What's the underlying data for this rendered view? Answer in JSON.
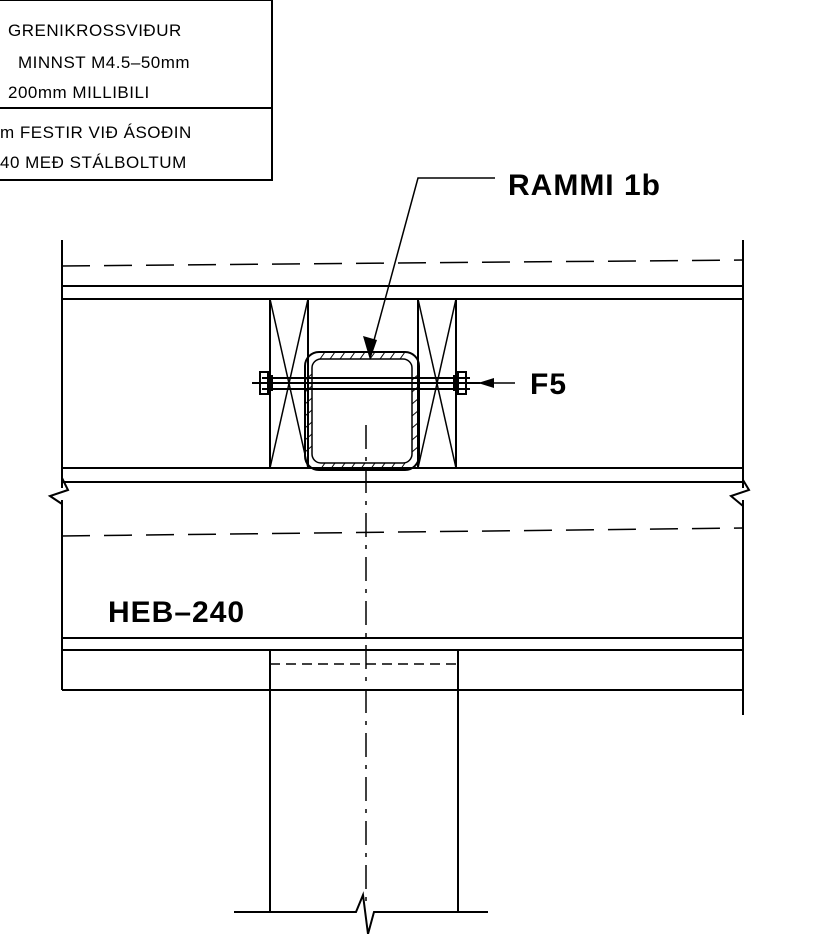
{
  "notes": {
    "line1": "GRENIKROSSVIÐUR",
    "line2": "MINNST M4.5–50mm",
    "line3": "200mm MILLIBILI",
    "line4": "m FESTIR VIÐ ÁSOÐIN",
    "line5": "40 MEÐ STÁLBOLTUM"
  },
  "labels": {
    "frame": "RAMMI 1b",
    "fastener": "F5",
    "beam": "HEB–240"
  }
}
